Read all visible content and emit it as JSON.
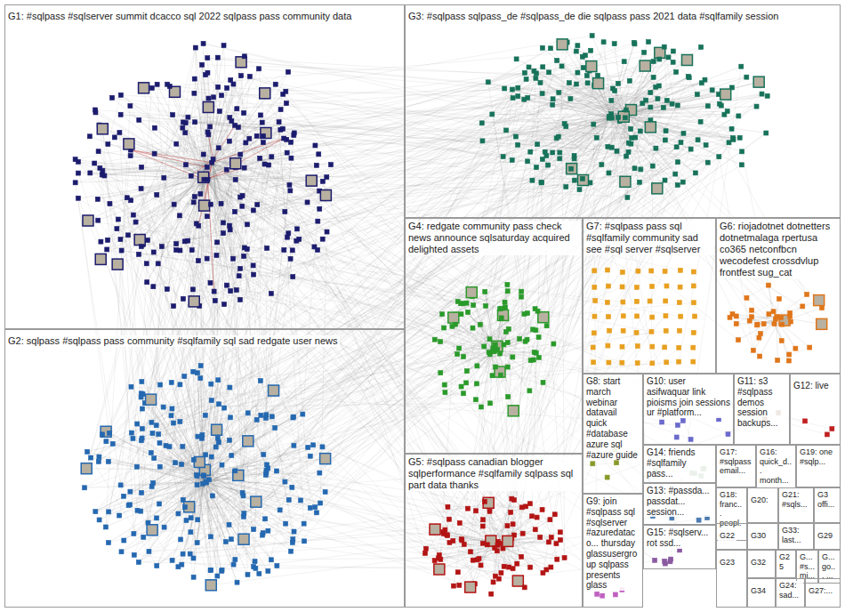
{
  "diagram": {
    "nodes": [
      {
        "text": [
          "G1: #sqlpass #sqlserver summit dcacco sql 2022 sqlpass pass community data"
        ]
      },
      {
        "text": [
          "G3: #sqlpass sqlpass_de #sqlpass_de die sqlpass pass 2021 data #sqlfamily session"
        ]
      },
      {
        "text": [
          "G2: sqlpass #sqlpass pass community #sqlfamily sql sad redgate user news"
        ]
      },
      {
        "text": [
          "G4: redgate community pass check news announce sqlsaturday acquired delighted assets"
        ]
      },
      {
        "text": [
          "G7: #sqlpass pass sql #sqlfamily community sad see #sql server #sqlserver"
        ]
      },
      {
        "text": [
          "G6: riojadotnet dotnetters dotnetmalaga rpertusa co365 netconfbcn wecodefest crossdvlup frontfest sug_cat"
        ]
      },
      {
        "text": [
          "G5: #sqlpass canadian blogger sqlperformance #sqlfamily sqlpass sql part data thanks"
        ]
      },
      {
        "text": [
          "G8: start march webinar datavail quick #database azure sql #azure guide"
        ]
      },
      {
        "text": [
          "G10: user asifwaquar link pioisms join sessions ur #platform..."
        ]
      },
      {
        "text": [
          "G11: s3 #sqlpass demos session backups..."
        ]
      },
      {
        "text": [
          "G12: live"
        ]
      },
      {
        "text": [
          "G14: friends #sqlfamily pass..."
        ]
      },
      {
        "text": [
          "G17: #sqlpass email..."
        ]
      },
      {
        "text": [
          "G16: quick_d... month..."
        ]
      },
      {
        "text": [
          "G19: one #sqlp..."
        ]
      },
      {
        "text": [
          "G13: #passda... passdat... session..."
        ]
      },
      {
        "text": [
          "G18: franc... peopl..."
        ]
      },
      {
        "text": [
          "G20:"
        ]
      },
      {
        "text": [
          "G21: #sqls..."
        ]
      },
      {
        "text": [
          "G3 offi..."
        ]
      },
      {
        "text": [
          "G9: join #sqlpass sql #sqlserver #azuredataco... thursday glassusergroup sqlpass presents glass"
        ]
      },
      {
        "text": [
          "G15: #sqlserv... rot ssd..."
        ]
      },
      {
        "text": [
          "G22"
        ]
      },
      {
        "text": [
          "G30"
        ]
      },
      {
        "text": [
          "G33: last..."
        ]
      },
      {
        "text": [
          "G29"
        ]
      },
      {
        "text": [
          "G23"
        ]
      },
      {
        "text": [
          "G32"
        ]
      },
      {
        "text": [
          "G25"
        ]
      },
      {
        "text": [
          "G... #s... mi..."
        ]
      },
      {
        "text": [
          "G... go... ..."
        ]
      },
      {
        "text": [
          "G34"
        ]
      },
      {
        "text": [
          "G24: sad..."
        ]
      },
      {
        "text": [
          "G27:..."
        ]
      }
    ]
  }
}
